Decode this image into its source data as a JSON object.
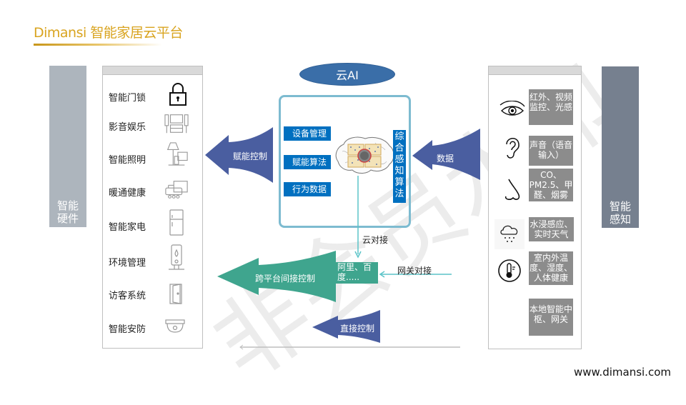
{
  "header": {
    "brand": "Dimansi",
    "title": "智能家居云平台"
  },
  "left_side_label": "智能\n硬件",
  "right_side_label": "智能\n感知",
  "hardware": {
    "items": [
      {
        "label": "智能门锁",
        "icon": "lock-icon"
      },
      {
        "label": "影音娱乐",
        "icon": "home-theater-icon"
      },
      {
        "label": "智能照明",
        "icon": "lamp-icon"
      },
      {
        "label": "暖通健康",
        "icon": "air-conditioner-icon"
      },
      {
        "label": "智能家电",
        "icon": "refrigerator-icon"
      },
      {
        "label": "环境管理",
        "icon": "water-purifier-icon"
      },
      {
        "label": "访客系统",
        "icon": "door-icon"
      },
      {
        "label": "智能安防",
        "icon": "security-camera-icon"
      }
    ]
  },
  "cloud": {
    "title": "云AI",
    "tags": [
      "设备管理",
      "赋能算法",
      "行为数据"
    ],
    "vertical_tag": "综合感知算法",
    "brain_icon": "brain-icon"
  },
  "arrows": {
    "empower_control": "赋能控制",
    "data": "数据",
    "cloud_connect": "云对接",
    "cross_platform": "跨平台间接控制",
    "partners": "阿里、百度.....",
    "gateway_connect": "网关对接",
    "direct_control": "直接控制"
  },
  "sensing": {
    "items": [
      {
        "label": "红外、视频 监控、光感",
        "icon": "eye-icon"
      },
      {
        "label": "声音（语音 输入）",
        "icon": "ear-icon"
      },
      {
        "label": "CO、PM2.5、甲醛、烟雾",
        "icon": "nose-icon"
      },
      {
        "label": "水浸感应、实时天气",
        "icon": "weather-cloud-icon"
      },
      {
        "label": "室内外温度、湿度、人体健康",
        "icon": "thermometer-icon"
      },
      {
        "label": "本地智能中 枢、网关",
        "icon": ""
      }
    ]
  },
  "footer": {
    "url": "www.dimansi.com"
  },
  "watermark": "非会员水印",
  "colors": {
    "gold": "#D9A420",
    "left_bar": "#ADB5BD",
    "right_bar": "#76808F",
    "arrow_blue": "#4A5EA0",
    "arrow_teal": "#3FA58E",
    "tag_blue": "#0070C0",
    "ellipse": "#3A6EA8",
    "frame": "#7DBBD0",
    "sense_gray": "#8C8C8C",
    "connector": "#5BC4C8"
  }
}
